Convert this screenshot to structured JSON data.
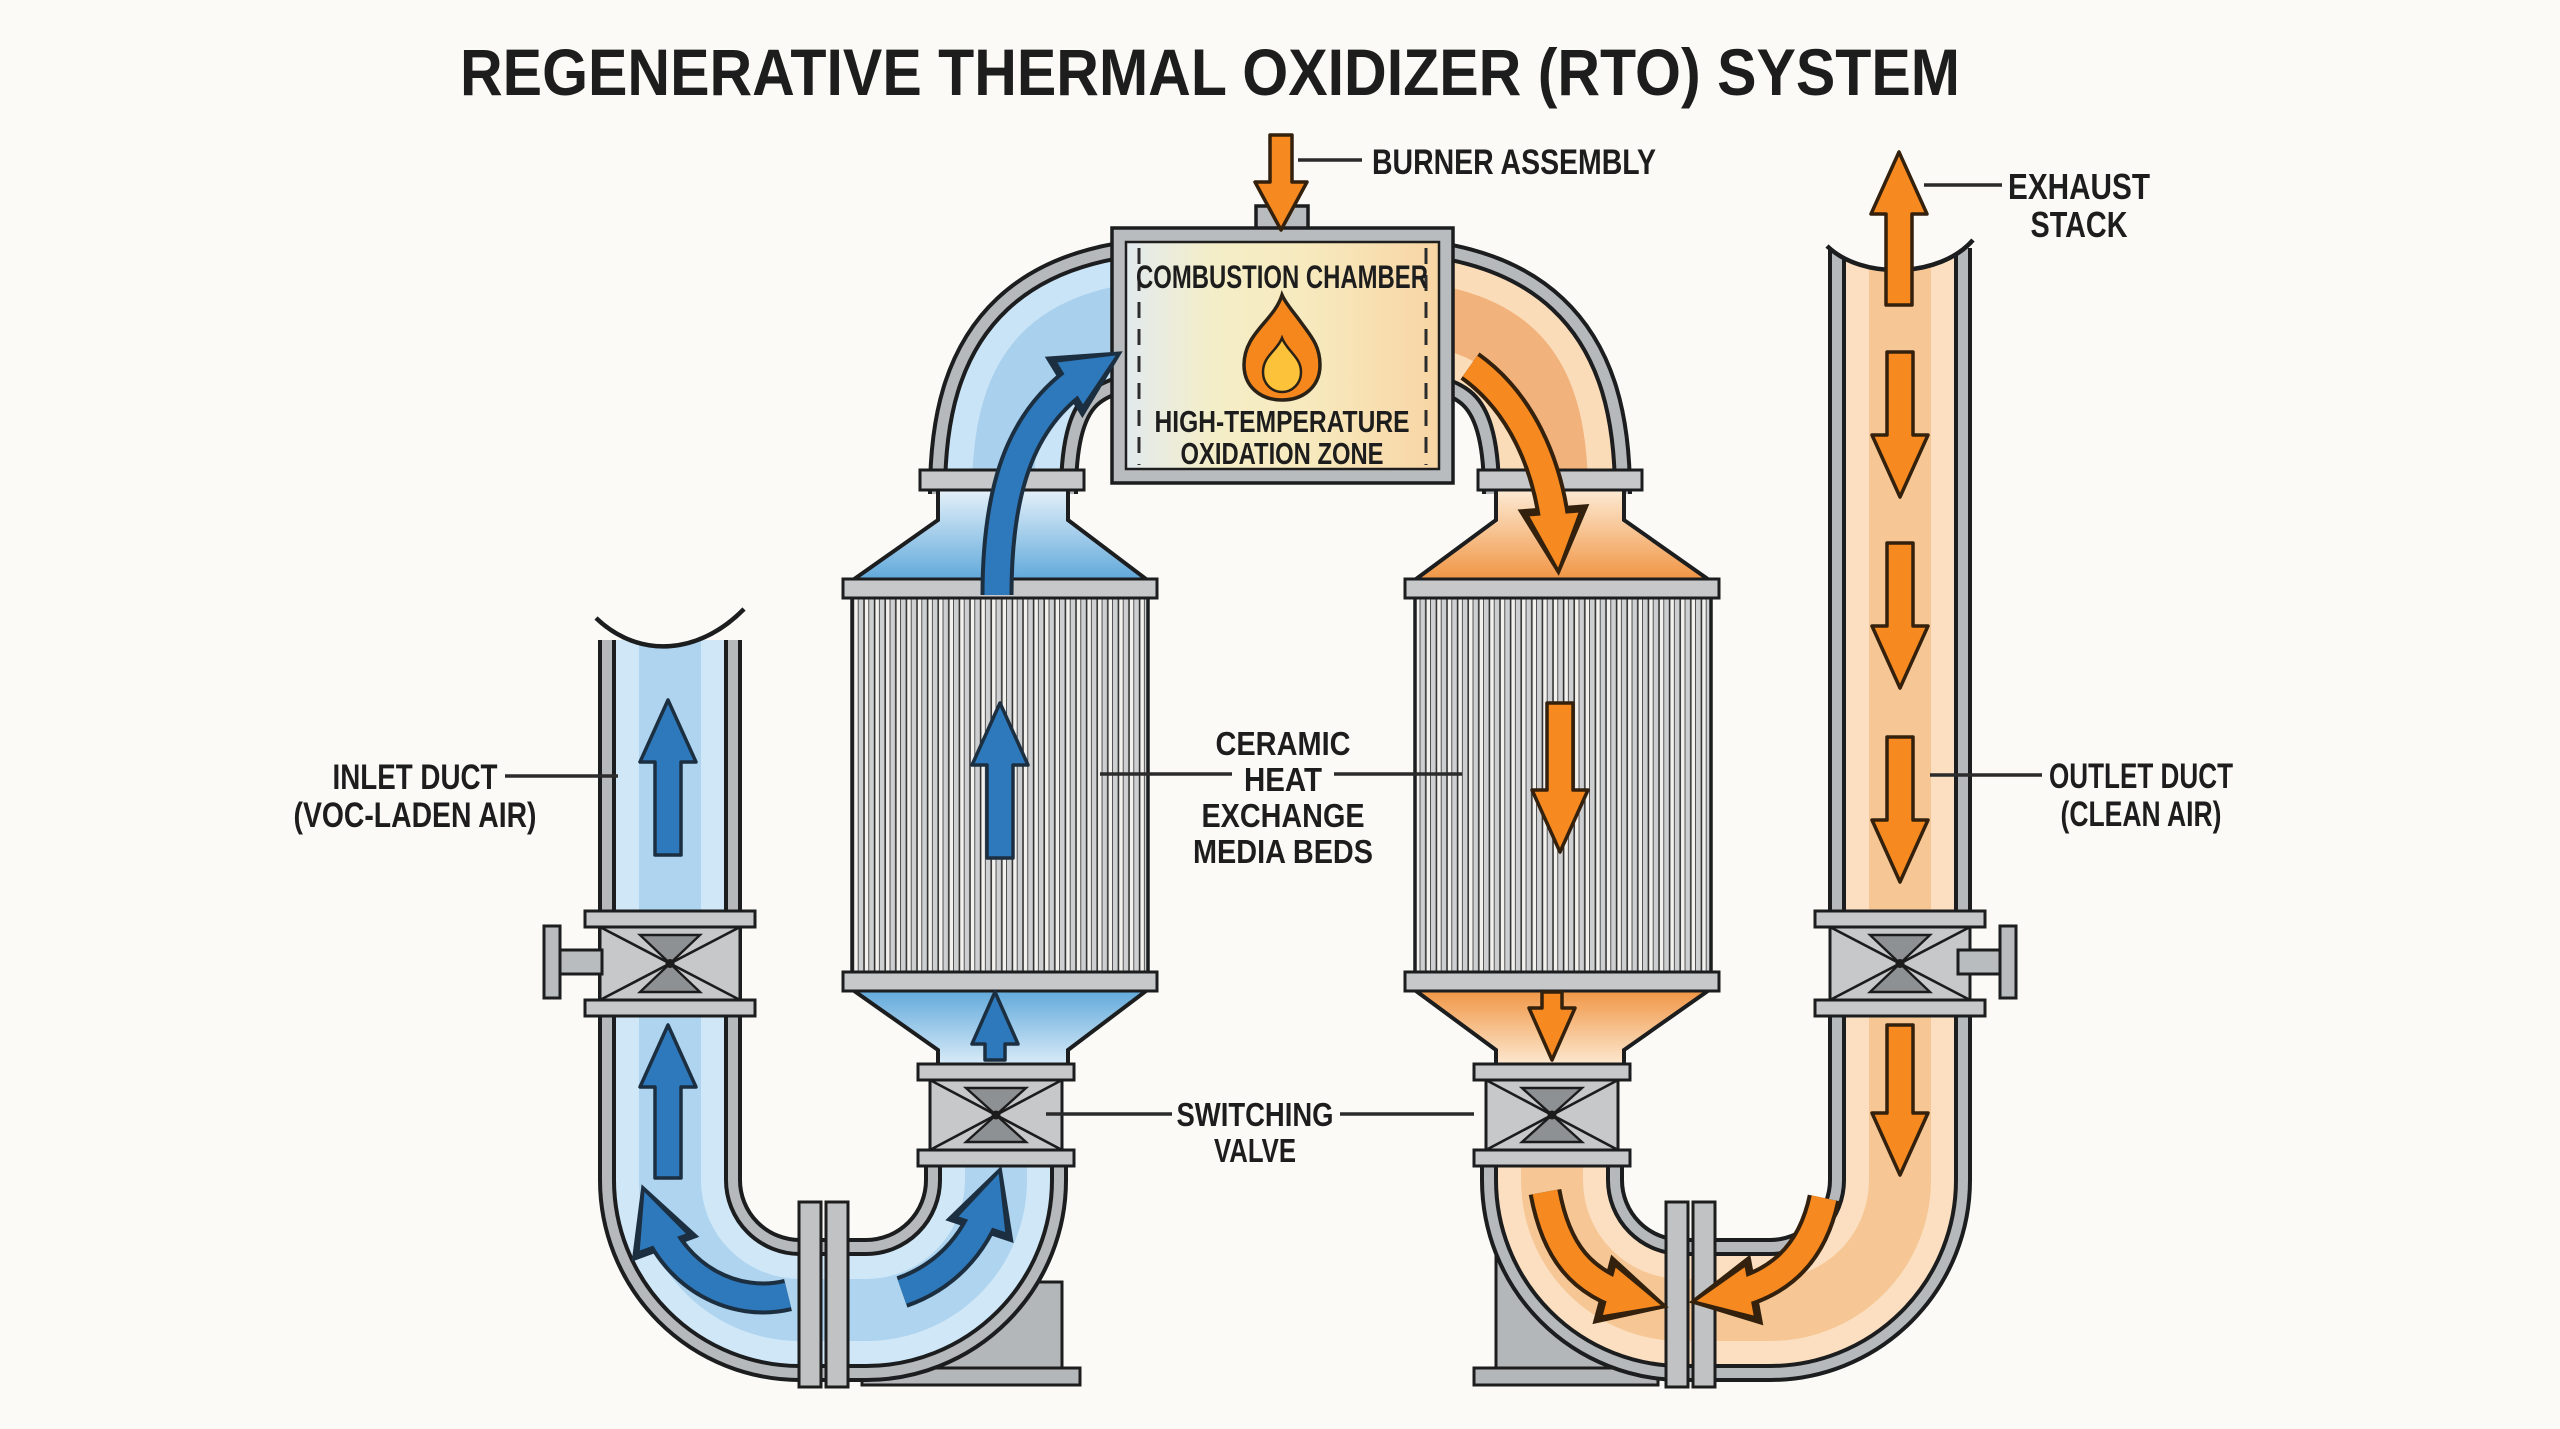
{
  "title": "REGENERATIVE THERMAL OXIDIZER (RTO) SYSTEM",
  "labels": {
    "burner": "BURNER ASSEMBLY",
    "exhaust_line1": "EXHAUST",
    "exhaust_line2": "STACK",
    "combustion_chamber": "COMBUSTION CHAMBER",
    "oxidation_line1": "HIGH-TEMPERATURE",
    "oxidation_line2": "OXIDATION ZONE",
    "inlet_line1": "INLET DUCT",
    "inlet_line2": "(VOC-LADEN AIR)",
    "outlet_line1": "OUTLET DUCT",
    "outlet_line2": "(CLEAN AIR)",
    "media_line1": "CERAMIC",
    "media_line2": "HEAT",
    "media_line3": "EXCHANGE",
    "media_line4": "MEDIA BEDS",
    "valve_line1": "SWITCHING",
    "valve_line2": "VALVE"
  },
  "colors": {
    "cold_flow_blue": "#2e79bc",
    "hot_flow_orange": "#f6891f",
    "metal_gray": "#b9bcbe",
    "text_dark": "#1d1d1d",
    "background": "#fbfaf7"
  }
}
